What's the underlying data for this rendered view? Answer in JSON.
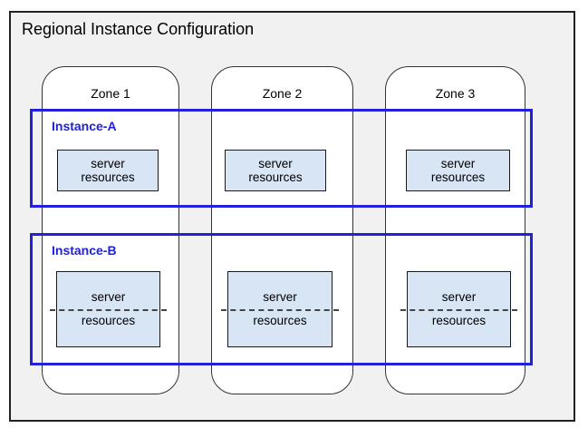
{
  "diagram": {
    "title": "Regional Instance Configuration",
    "zones": [
      {
        "label": "Zone 1"
      },
      {
        "label": "Zone 2"
      },
      {
        "label": "Zone 3"
      }
    ],
    "instances": [
      {
        "label": "Instance-A",
        "server_box_style": "solid"
      },
      {
        "label": "Instance-B",
        "server_box_style": "dashed-divider"
      }
    ],
    "server_box": {
      "line1": "server",
      "line2": "resources"
    },
    "colors": {
      "instance_accent": "#2020dd",
      "server_box_fill": "#d7e5f4",
      "region_fill": "#f1f1f1",
      "zone_fill": "#ffffff",
      "outline": "#222222"
    }
  }
}
